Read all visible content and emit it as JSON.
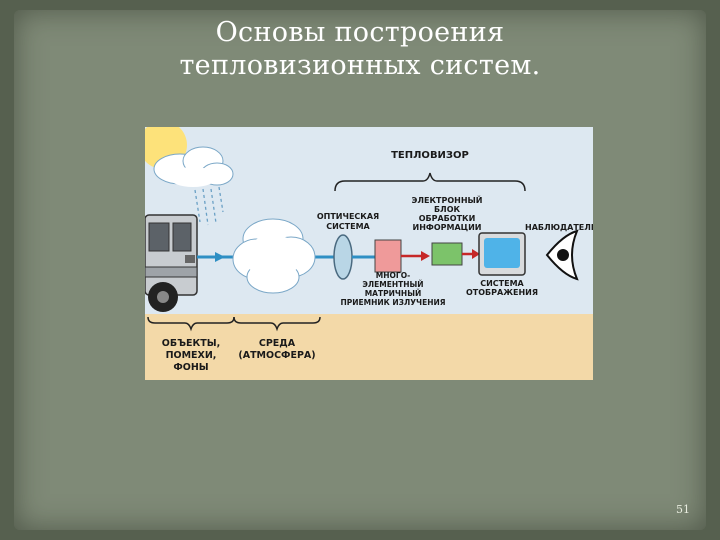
{
  "slide": {
    "title_line1": "Основы построения",
    "title_line2": "тепловизионных систем.",
    "page_number": "51"
  },
  "diagram": {
    "teplovizor": "ТЕПЛОВИЗОР",
    "optical_line1": "ОПТИЧЕСКАЯ",
    "optical_line2": "СИСТЕМА",
    "electronic_line1": "ЭЛЕКТРОННЫЙ",
    "electronic_line2": "БЛОК",
    "electronic_line3": "ОБРАБОТКИ",
    "electronic_line4": "ИНФОРМАЦИИ",
    "observer": "НАБЛЮДАТЕЛЬ",
    "matrix_line1": "МНОГО-",
    "matrix_line2": "ЭЛЕМЕНТНЫЙ",
    "matrix_line3": "МАТРИЧНЫЙ",
    "matrix_line4": "ПРИЕМНИК ИЗЛУЧЕНИЯ",
    "display_line1": "СИСТЕМА",
    "display_line2": "ОТОБРАЖЕНИЯ",
    "objects_line1": "ОБЪЕКТЫ,",
    "objects_line2": "ПОМЕХИ,",
    "objects_line3": "ФОНЫ",
    "medium_line1": "СРЕДА",
    "medium_line2": "(АТМОСФЕРА)"
  },
  "colors": {
    "sky": "#dde8f1",
    "ground": "#f3d9a8",
    "beam": "#2e8fc4",
    "matrix_block": "#ef9a9a",
    "processing_block": "#7cc36a",
    "display_screen": "#4fb3e8",
    "arrow_red": "#c62828"
  }
}
